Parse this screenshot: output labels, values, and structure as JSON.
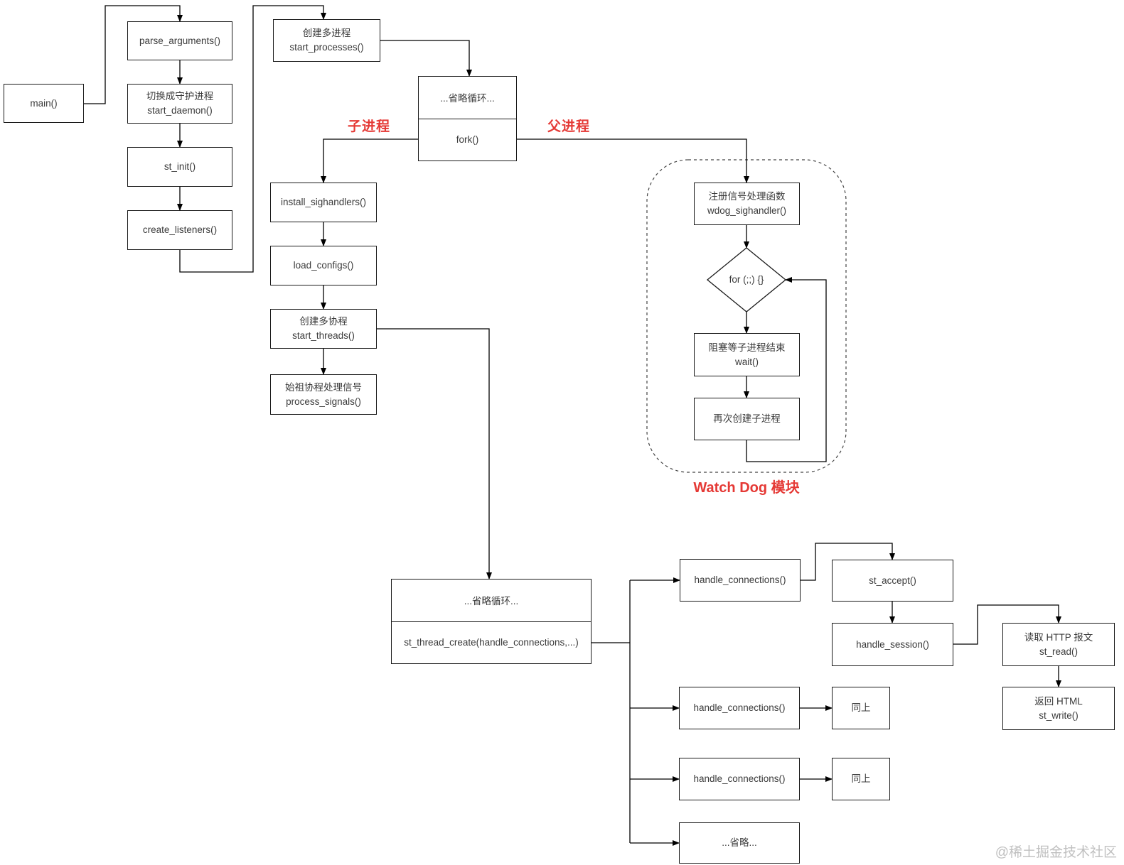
{
  "colors": {
    "accent_red": "#e53935",
    "line_black": "#000000",
    "box_border": "#1a1a1a",
    "text": "#3a3a3a",
    "watermark_gray": "#c0c0c0"
  },
  "nodes": {
    "main": {
      "text": "main()"
    },
    "parse_arguments": {
      "text": "parse_arguments()"
    },
    "start_daemon": {
      "line1": "切换成守护进程",
      "line2": "start_daemon()"
    },
    "st_init": {
      "text": "st_init()"
    },
    "create_listeners": {
      "text": "create_listeners()"
    },
    "start_processes": {
      "line1": "创建多进程",
      "line2": "start_processes()"
    },
    "fork_loop": {
      "top": "...省略循环...",
      "bottom": "fork()"
    },
    "install_sighandlers": {
      "text": "install_sighandlers()"
    },
    "load_configs": {
      "text": "load_configs()"
    },
    "start_threads": {
      "line1": "创建多协程",
      "line2": "start_threads()"
    },
    "process_signals": {
      "line1": "始祖协程处理信号",
      "line2": "process_signals()"
    },
    "wdog_sighandler": {
      "line1": "注册信号处理函数",
      "line2": "wdog_sighandler()"
    },
    "for_loop": {
      "text": "for (;;) {}"
    },
    "wait": {
      "line1": "阻塞等子进程结束",
      "line2": "wait()"
    },
    "recreate_child": {
      "text": "再次创建子进程"
    },
    "thread_loop": {
      "top": "...省略循环...",
      "bottom": "st_thread_create(handle_connections,...)"
    },
    "handle_connections_1": {
      "text": "handle_connections()"
    },
    "st_accept": {
      "text": "st_accept()"
    },
    "handle_session": {
      "text": "handle_session()"
    },
    "st_read": {
      "line1": "读取 HTTP 报文",
      "line2": "st_read()"
    },
    "st_write": {
      "line1": "返回 HTML",
      "line2": "st_write()"
    },
    "handle_connections_2": {
      "text": "handle_connections()"
    },
    "ditto_1": {
      "text": "同上"
    },
    "handle_connections_3": {
      "text": "handle_connections()"
    },
    "ditto_2": {
      "text": "同上"
    },
    "omitted": {
      "text": "...省略..."
    }
  },
  "labels": {
    "child_process": "子进程",
    "parent_process": "父进程",
    "watchdog_module": "Watch Dog 模块"
  },
  "watermark": "@稀土掘金技术社区"
}
